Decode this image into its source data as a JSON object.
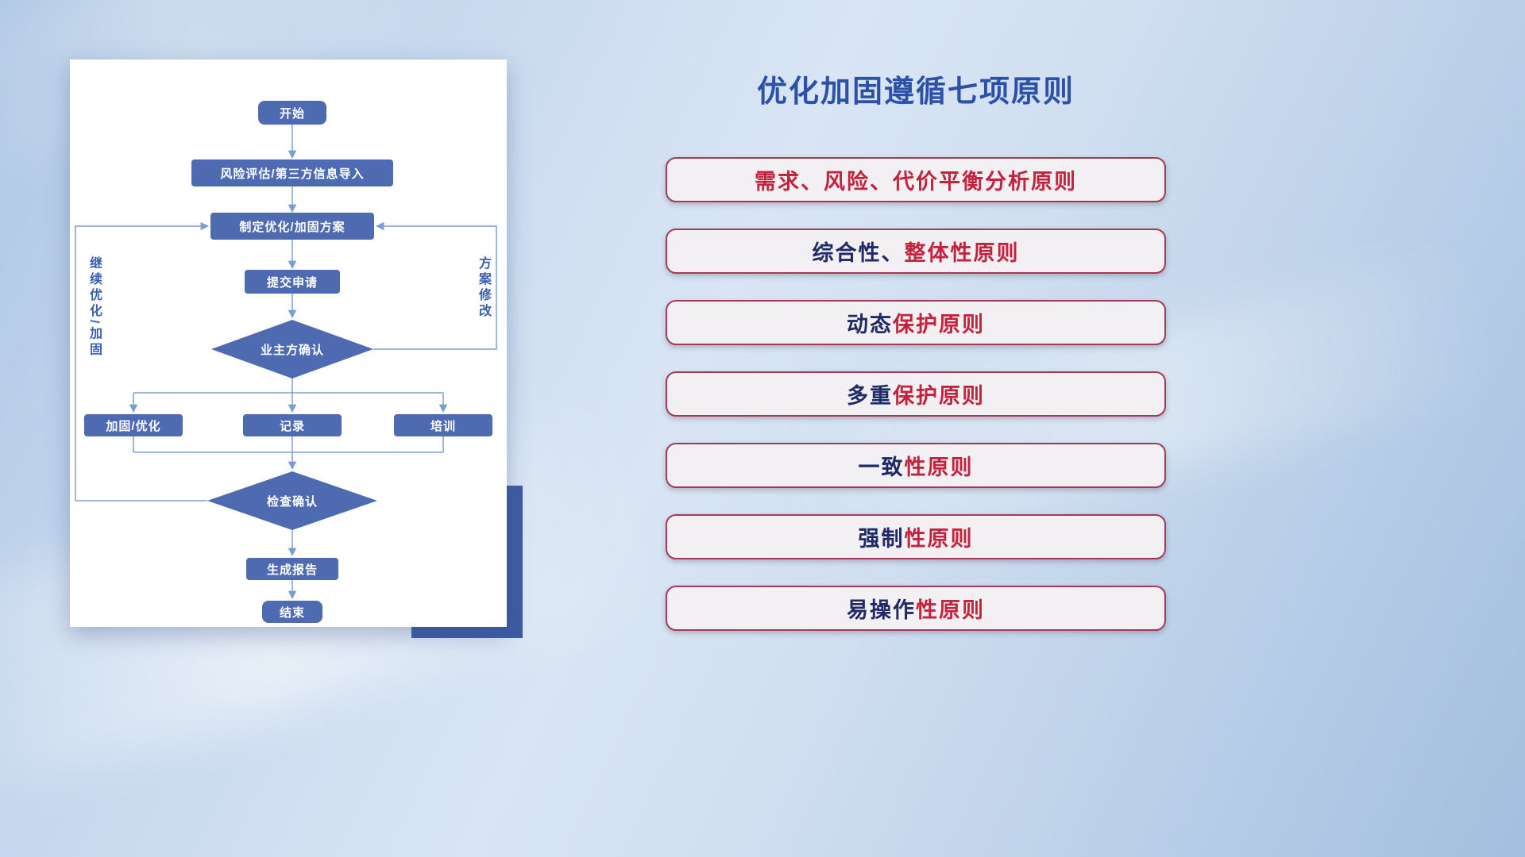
{
  "title": "优化加固遵循七项原则",
  "flowchart": {
    "nodes": {
      "start": "开始",
      "risk_import": "风险评估/第三方信息导入",
      "make_plan": "制定优化/加固方案",
      "submit": "提交申请",
      "owner_confirm": "业主方确认",
      "reinforce": "加固/优化",
      "record": "记录",
      "training": "培训",
      "check_confirm": "检查确认",
      "report": "生成报告",
      "end": "结束"
    },
    "loop_labels": {
      "left": "继续优化/加固",
      "right": "方案修改"
    }
  },
  "principles": [
    {
      "segments": [
        {
          "text": "需求、风险、代价平衡分析原则",
          "color": "red"
        }
      ]
    },
    {
      "segments": [
        {
          "text": "综合性、",
          "color": "navy"
        },
        {
          "text": "整体性原则",
          "color": "red"
        }
      ]
    },
    {
      "segments": [
        {
          "text": "动态",
          "color": "navy"
        },
        {
          "text": "保护原则",
          "color": "red"
        }
      ]
    },
    {
      "segments": [
        {
          "text": "多重",
          "color": "navy"
        },
        {
          "text": "保护原则",
          "color": "red"
        }
      ]
    },
    {
      "segments": [
        {
          "text": "一致",
          "color": "navy"
        },
        {
          "text": "性原则",
          "color": "red"
        }
      ]
    },
    {
      "segments": [
        {
          "text": "强制",
          "color": "navy"
        },
        {
          "text": "性原则",
          "color": "red"
        }
      ]
    },
    {
      "segments": [
        {
          "text": "易操作",
          "color": "navy"
        },
        {
          "text": "性原则",
          "color": "red"
        }
      ]
    }
  ],
  "colors": {
    "navy": "#1f2a66",
    "red": "#c2233e",
    "title_blue": "#2c51a7",
    "node_blue": "#4e6bb1",
    "connector": "#7b9ed2",
    "principle_border": "#a43a55"
  }
}
